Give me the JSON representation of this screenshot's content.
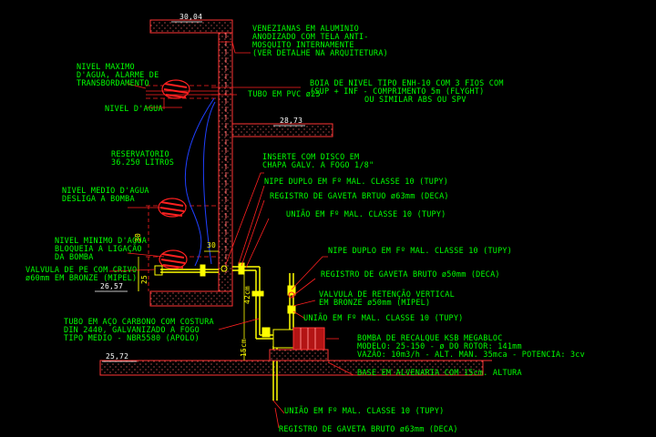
{
  "levels": {
    "top": "30,04",
    "slab": "28,73",
    "bottom": "26,57",
    "ground": "25,72"
  },
  "dimensions": {
    "d_30_h": "30",
    "d_30_v": "30",
    "d_25": "25",
    "d_15cm": "15cm",
    "d_42cm": "42cm"
  },
  "notes": {
    "venezianas": [
      "VENEZIANAS EM ALUMINIO",
      "ANODIZADO COM TELA ANTI-",
      "MOSQUITO INTERNAMENTE",
      "(VER DETALHE NA ARQUITETURA)"
    ],
    "nivel_maximo": [
      "NIVEL MAXIMO",
      "D'AGUA, ALARME DE",
      "TRANSBORDAMENTO"
    ],
    "boia": [
      "BOIA DE NIVEL TIPO ENH-10 COM 3 FIOS COM",
      "(SUP + INF - COMPRIMENTO 5m (FLYGHT)",
      "OU SIMILAR ABS OU SPV"
    ],
    "tubo_pvc": "TUBO EM PVC ø25",
    "nivel_agua": "NIVEL D'AGUA",
    "reservatorio": [
      "RESERVATORIO",
      "36.250  LITROS"
    ],
    "insert": [
      "INSERTE COM DISCO EM",
      "CHAPA GALV. A FOGO 1/8\""
    ],
    "nipe_duplo_1": "NIPE DUPLO EM Fº MAL. CLASSE 10 (TUPY)",
    "registro_1": "REGISTRO DE GAVETA BRTUO ø63mm (DECA)",
    "uniao_1": "UNIÃO EM Fº MAL. CLASSE 10 (TUPY)",
    "nivel_medio": [
      "NIVEL MEDIO D'AGUA",
      "DESLIGA A BOMBA"
    ],
    "nivel_minimo": [
      "NIVEL MINIMO D'AGUA",
      "BLOQUEIA A LIGAÇÃO",
      "DA BOMBA"
    ],
    "valvula_pe": [
      "VALVULA DE PE COM CRIVO",
      "ø60mm EM BRONZE (MIPEL)"
    ],
    "nipe_duplo_2": "NIPE DUPLO EM Fº MAL. CLASSE 10 (TUPY)",
    "registro_2": "REGISTRO DE GAVETA BRUTO ø50mm (DECA)",
    "valvula_retencao": [
      "VALVULA DE RETENÇÃO VERTICAL",
      "EM BRONZE ø50mm (MIPEL)"
    ],
    "uniao_2": "UNIÃO EM Fº MAL. CLASSE 10 (TUPY)",
    "tubo_aco": [
      "TUBO EM AÇO CARBONO COM COSTURA",
      "DIN 2440, GALVANIZADO A FOGO",
      "TIPO MEDIO - NBR5580 (APOLO)"
    ],
    "bomba": [
      "BOMBA DE RECALQUE KSB MEGABLOC",
      "MODELO: 25-150 - ø DO ROTOR: 141mm",
      "VAZÃO: 10m3/h - ALT. MAN. 35mca - POTENCIA: 3cv"
    ],
    "base": "BASE EM ALVENARIA COM 15cm. ALTURA",
    "uniao_3": "UNIÃO EM Fº MAL. CLASSE 10 (TUPY)",
    "registro_3": "REGISTRO DE GAVETA BRUTO ø63mm (DECA)"
  },
  "colors": {
    "background": "#000000",
    "wall": "#ff3333",
    "note_text": "#00ff00",
    "leader": "#ff2020",
    "pipe": "#ffff00",
    "water_line": "#2040ff",
    "float": "#ff2020",
    "pump": "#ff2020",
    "level_text": "#ffffff"
  }
}
